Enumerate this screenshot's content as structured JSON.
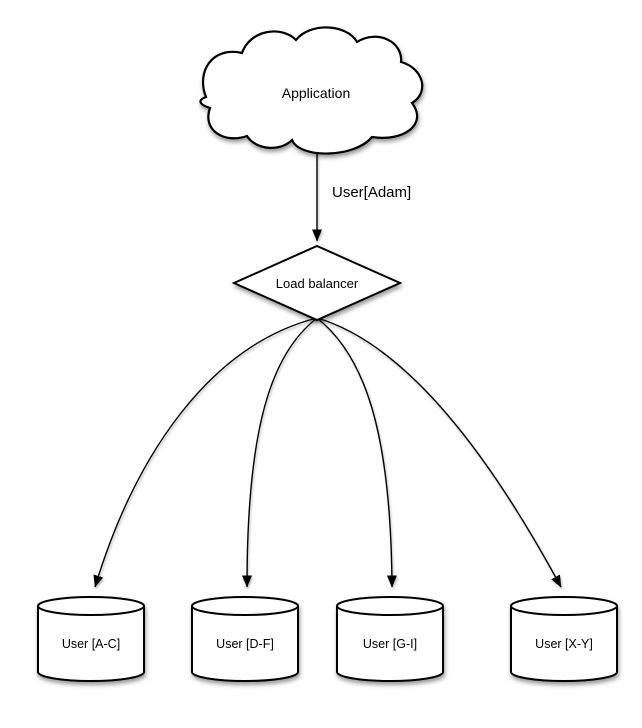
{
  "diagram": {
    "background": "#ffffff",
    "stroke_color": "#000000",
    "node_fill": "#ffffff",
    "text_color": "#000000",
    "nodes": {
      "application": {
        "label": "Application",
        "shape": "cloud"
      },
      "load_balancer": {
        "label": "Load balancer",
        "shape": "diamond"
      },
      "shards": [
        {
          "label": "User [A-C]",
          "shape": "cylinder"
        },
        {
          "label": "User [D-F]",
          "shape": "cylinder"
        },
        {
          "label": "User [G-I]",
          "shape": "cylinder"
        },
        {
          "label": "User [X-Y]",
          "shape": "cylinder"
        }
      ]
    },
    "edges": [
      {
        "from": "application",
        "to": "load_balancer",
        "label": "User[Adam]"
      },
      {
        "from": "load_balancer",
        "to": "shards.0",
        "label": ""
      },
      {
        "from": "load_balancer",
        "to": "shards.1",
        "label": ""
      },
      {
        "from": "load_balancer",
        "to": "shards.2",
        "label": ""
      },
      {
        "from": "load_balancer",
        "to": "shards.3",
        "label": ""
      }
    ]
  }
}
